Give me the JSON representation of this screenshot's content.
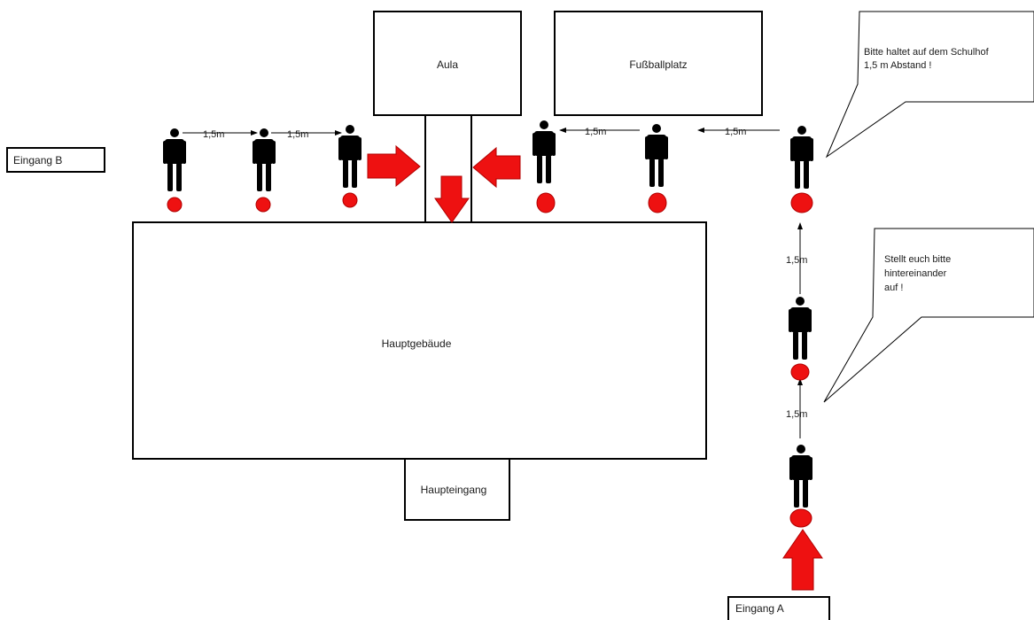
{
  "labels": {
    "aula": "Aula",
    "fussballplatz": "Fußballplatz",
    "hauptgebaeude": "Hauptgebäude",
    "haupteingang": "Haupteingang",
    "eingang_a": "Eingang A",
    "eingang_b": "Eingang B"
  },
  "distances": {
    "d1": "1,5m",
    "d2": "1,5m",
    "d3": "1,5m",
    "d4": "1,5m",
    "d5": "1,5m",
    "d6": "1,5m"
  },
  "callouts": {
    "top_line1": "Bitte haltet auf dem Schulhof",
    "top_line2": "1,5 m Abstand !",
    "mid_line1": "Stellt euch bitte",
    "mid_line2": "hintereinander",
    "mid_line3": "auf !"
  },
  "colors": {
    "marker": "#ee1111",
    "arrow": "#ee1111",
    "person": "#000000"
  }
}
